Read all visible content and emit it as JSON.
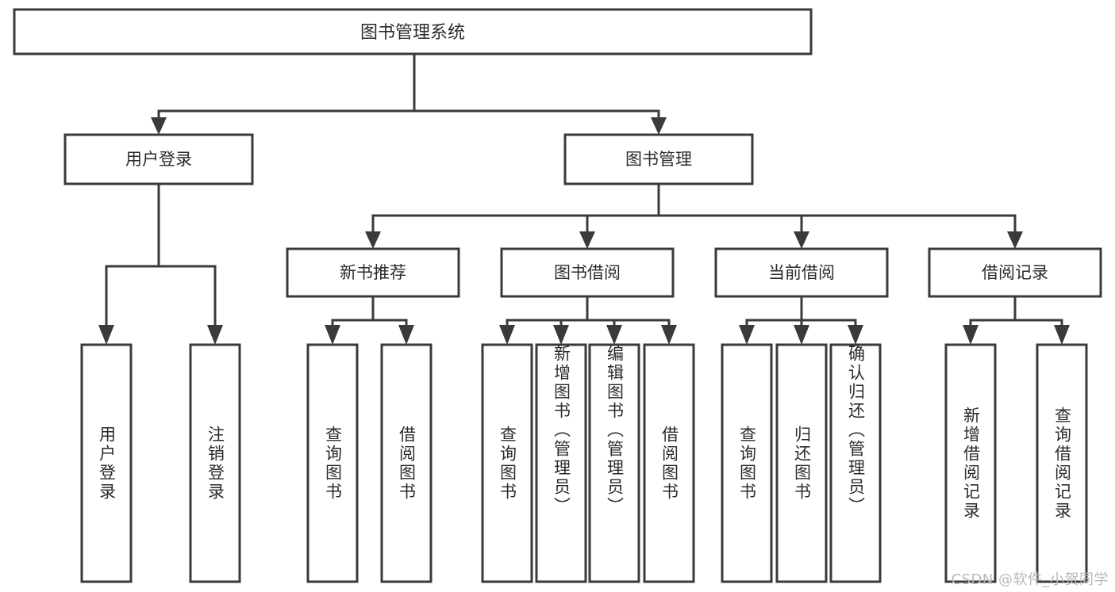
{
  "diagram": {
    "title": "图书管理系统",
    "type": "tree-hierarchy-diagram",
    "colors": {
      "stroke": "#3a3a3a",
      "fill": "#ffffff",
      "text": "#2b2b2b",
      "watermark": "#b9b9b9"
    },
    "root": {
      "label": "图书管理系统"
    },
    "level2": [
      {
        "label": "用户登录"
      },
      {
        "label": "图书管理"
      }
    ],
    "level3": [
      {
        "label": "新书推荐"
      },
      {
        "label": "图书借阅"
      },
      {
        "label": "当前借阅"
      },
      {
        "label": "借阅记录"
      }
    ],
    "leaves": {
      "user_login": [
        {
          "label": "用户登录"
        },
        {
          "label": "注销登录"
        }
      ],
      "new_book_recommend": [
        {
          "label": "查询图书"
        },
        {
          "label": "借阅图书"
        }
      ],
      "book_borrow": [
        {
          "label": "查询图书"
        },
        {
          "label": "新增图书（管理员）"
        },
        {
          "label": "编辑图书（管理员）"
        },
        {
          "label": "借阅图书"
        }
      ],
      "current_borrow": [
        {
          "label": "查询图书"
        },
        {
          "label": "归还图书"
        },
        {
          "label": "确认归还（管理员）"
        }
      ],
      "borrow_record": [
        {
          "label": "新增借阅记录"
        },
        {
          "label": "查询借阅记录"
        }
      ]
    },
    "watermark": "CSDN @软件_小贺同学"
  }
}
